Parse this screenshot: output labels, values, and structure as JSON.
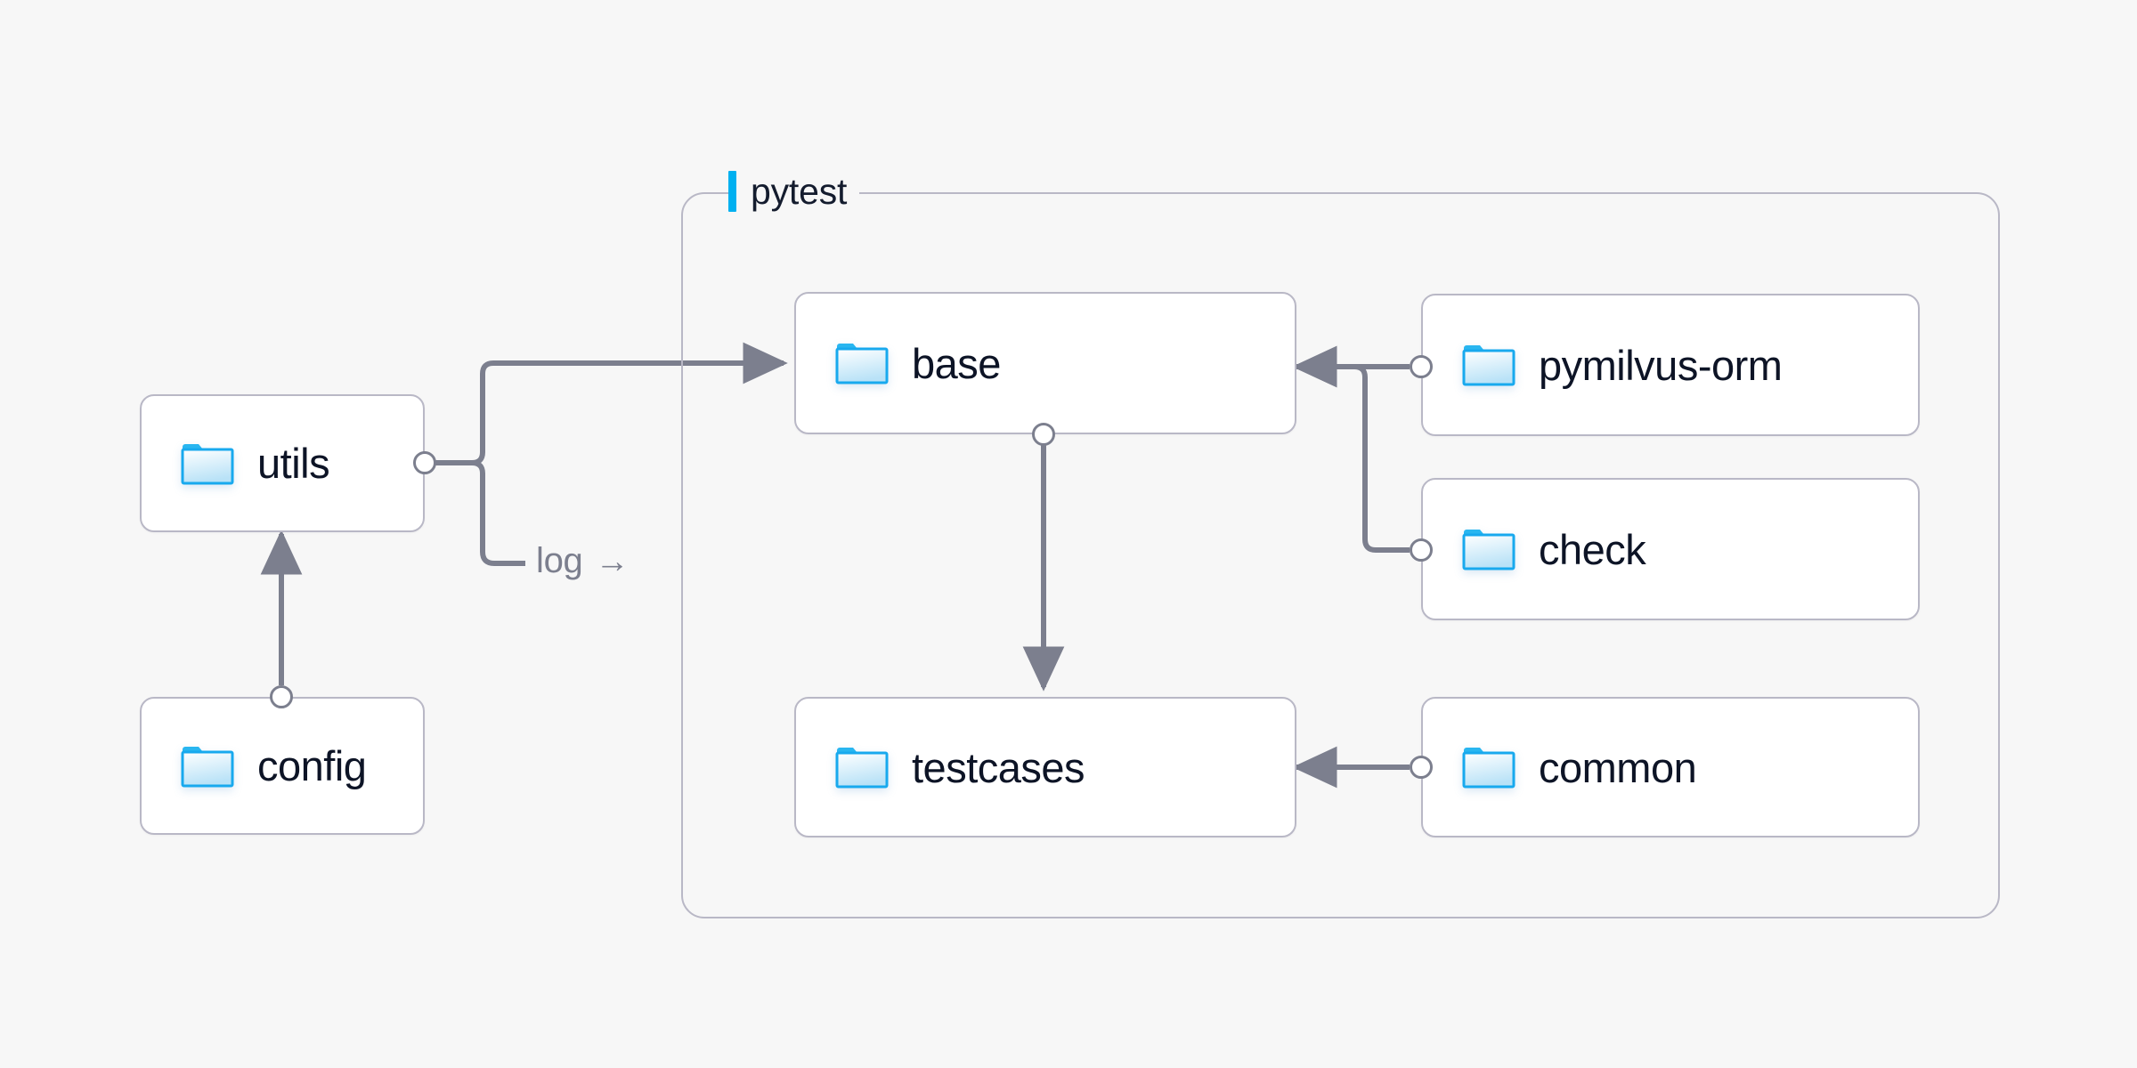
{
  "diagram": {
    "title_present": false,
    "background_color": "#f7f7f7",
    "edge_color": "#7c7f8e",
    "node_border_color": "#b9b8c6",
    "node_fill_color": "#ffffff",
    "label_color": "#0d1426",
    "accent_color": "#00b0f0",
    "group": {
      "name": "pytest",
      "label": "pytest",
      "accent_color": "#00b0f0"
    },
    "nodes": [
      {
        "id": "utils",
        "label": "utils",
        "icon": "folder-icon"
      },
      {
        "id": "config",
        "label": "config",
        "icon": "folder-icon"
      },
      {
        "id": "base",
        "label": "base",
        "icon": "folder-icon"
      },
      {
        "id": "testcases",
        "label": "testcases",
        "icon": "folder-icon"
      },
      {
        "id": "pymilvus-orm",
        "label": "pymilvus-orm",
        "icon": "folder-icon"
      },
      {
        "id": "check",
        "label": "check",
        "icon": "folder-icon"
      },
      {
        "id": "common",
        "label": "common",
        "icon": "folder-icon"
      }
    ],
    "edges": [
      {
        "from": "config",
        "to": "utils",
        "label": ""
      },
      {
        "from": "utils",
        "to": "base",
        "label": ""
      },
      {
        "from": "utils",
        "to": "log",
        "label": "log"
      },
      {
        "from": "base",
        "to": "testcases",
        "label": ""
      },
      {
        "from": "pymilvus-orm",
        "to": "base",
        "label": ""
      },
      {
        "from": "check",
        "to": "base",
        "label": ""
      },
      {
        "from": "common",
        "to": "testcases",
        "label": ""
      }
    ],
    "edge_labels": {
      "log": "log",
      "log_arrow": "→"
    }
  }
}
